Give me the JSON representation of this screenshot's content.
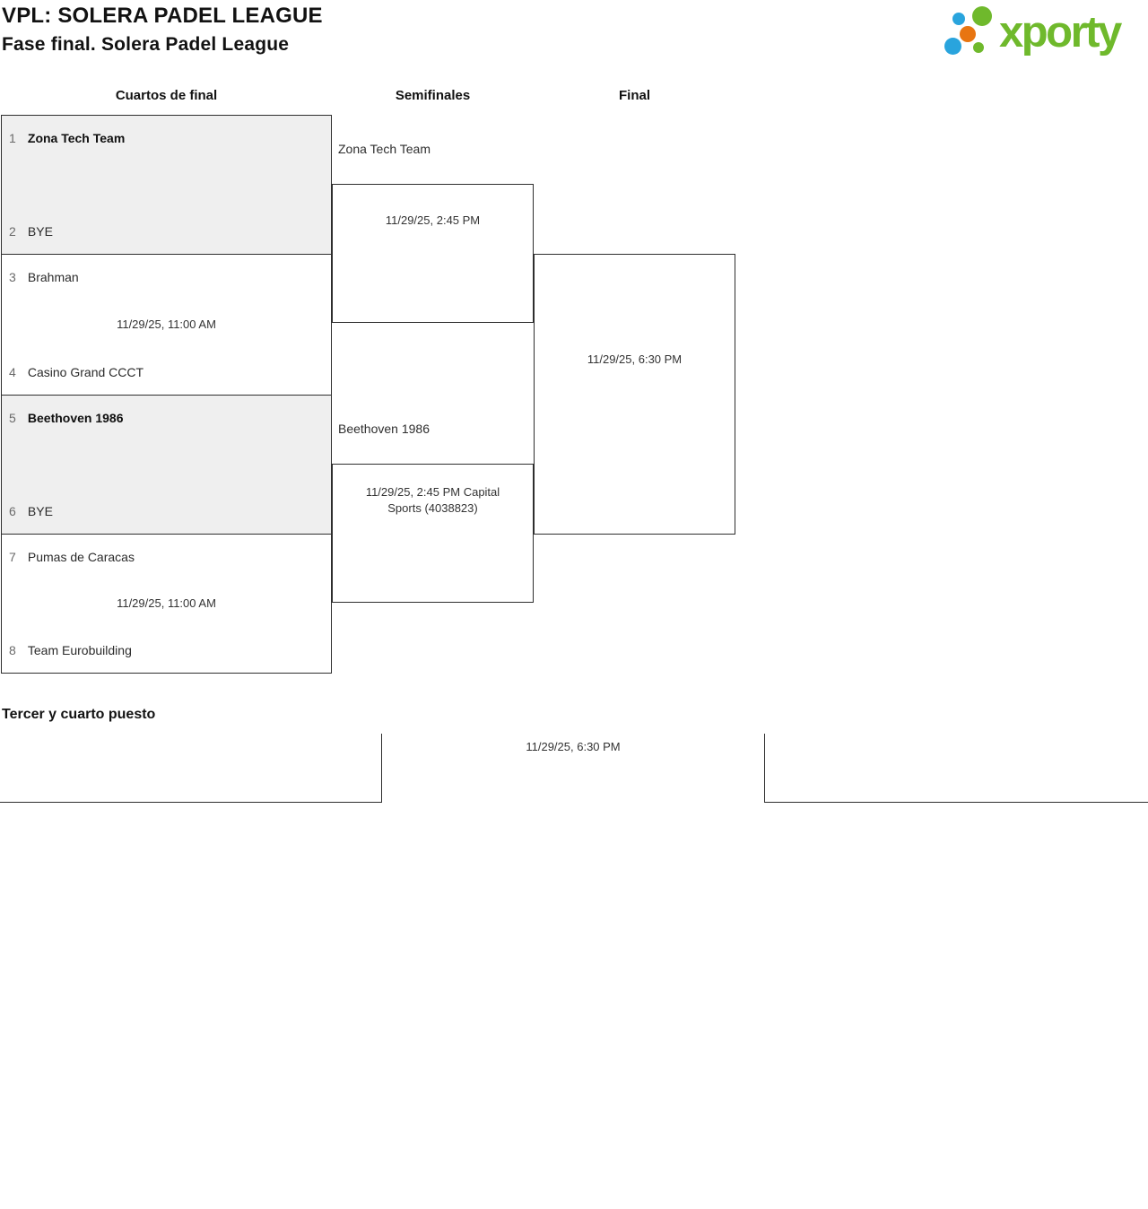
{
  "header": {
    "title": "VPL: SOLERA PADEL LEAGUE",
    "subtitle": "Fase final. Solera Padel League",
    "logo_text": "xporty",
    "logo_colors": {
      "green": "#6fb92c",
      "blue": "#29a4dd",
      "orange": "#e87511"
    }
  },
  "rounds": [
    {
      "label": "Cuartos de final"
    },
    {
      "label": "Semifinales"
    },
    {
      "label": "Final"
    }
  ],
  "quarterfinals": [
    {
      "seed1": "1",
      "name1": "Zona Tech Team",
      "seed2": "2",
      "name2": "BYE",
      "date": "",
      "winner": "Zona Tech Team"
    },
    {
      "seed1": "3",
      "name1": "Brahman",
      "seed2": "4",
      "name2": "Casino Grand CCCT",
      "date": "11/29/25, 11:00 AM"
    },
    {
      "seed1": "5",
      "name1": "Beethoven 1986",
      "seed2": "6",
      "name2": "BYE",
      "date": "",
      "winner": "Beethoven 1986"
    },
    {
      "seed1": "7",
      "name1": "Pumas de Caracas",
      "seed2": "8",
      "name2": "Team Eurobuilding",
      "date": "11/29/25, 11:00 AM"
    }
  ],
  "semifinals": [
    {
      "advancer": "Zona Tech Team",
      "date": "11/29/25, 2:45 PM"
    },
    {
      "advancer": "Beethoven 1986",
      "date": "11/29/25, 2:45 PM Capital Sports (4038823)"
    }
  ],
  "final": {
    "date": "11/29/25, 6:30 PM"
  },
  "third_place": {
    "title": "Tercer y cuarto puesto",
    "date": "11/29/25, 6:30 PM"
  }
}
